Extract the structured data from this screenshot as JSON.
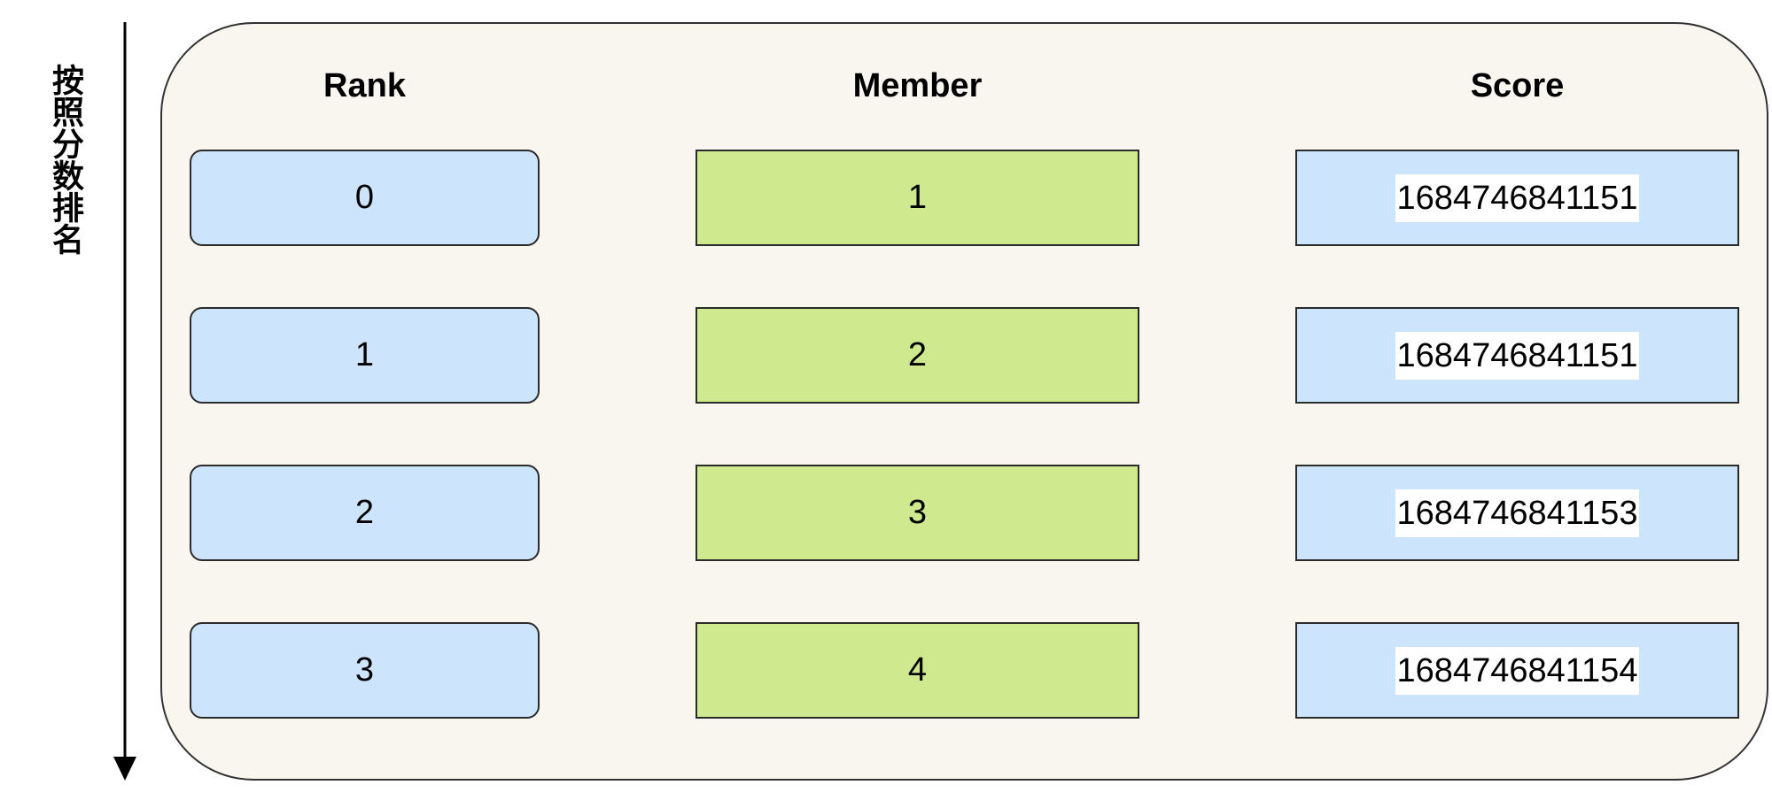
{
  "axis_label": "按照分数排名",
  "headers": {
    "rank": "Rank",
    "member": "Member",
    "score": "Score"
  },
  "rows": [
    {
      "rank": "0",
      "member": "1",
      "score": "1684746841151"
    },
    {
      "rank": "1",
      "member": "2",
      "score": "1684746841151"
    },
    {
      "rank": "2",
      "member": "3",
      "score": "1684746841153"
    },
    {
      "rank": "3",
      "member": "4",
      "score": "1684746841154"
    }
  ],
  "colors": {
    "panel_bg": "#f8f6ef",
    "rank_fill": "#cce5fc",
    "member_fill": "#cfe98f",
    "score_fill": "#cce5fc"
  }
}
